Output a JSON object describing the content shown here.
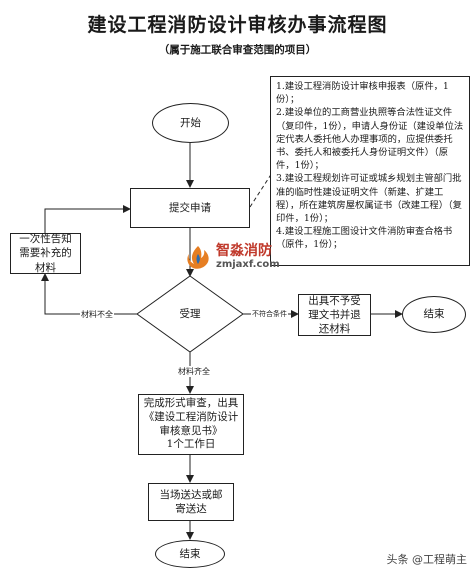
{
  "title": "建设工程消防设计审核办事流程图",
  "subtitle": "（属于施工联合审查范围的项目）",
  "nodes": {
    "start": "开始",
    "apply": "提交申请",
    "notify": "一次性告知需要补充的材料",
    "accept": "受理",
    "no_accept": "出具不予受理文书并退还材料",
    "end_right": "结束",
    "review_line1": "完成形式审查，出具",
    "review_line2": "《建设工程消防设计",
    "review_line3": "审核意见书》",
    "review_line4": "1个工作日",
    "deliver": "当场送达或邮寄送达",
    "end_bottom": "结束"
  },
  "edge_labels": {
    "incomplete": "材料不全",
    "not_meet": "不符合条件",
    "complete": "材料齐全"
  },
  "documents": [
    "1.建设工程消防设计审核申报表（原件，1份）；",
    "2.建设单位的工商营业执照等合法性证文件（复印件，1份），申请人身份证（建设单位法定代表人委托他人办理事项的，应提供委托书、委托人和被委托人身份证明文件）（原件，1份）；",
    "3.建设工程规划许可证或城乡规划主管部门批准的临时性建设证明文件（新建、扩建工程），所在建筑房屋权属证书（改建工程）（复印件，1份）；",
    "4.建设工程施工图设计文件消防审查合格书（原件，1份）；"
  ],
  "watermark": {
    "name": "智淼消防",
    "url": "zmjaxf.com"
  },
  "credit": "头条 @工程萌主",
  "colors": {
    "line": "#222222",
    "watermark_red": "#c0392b",
    "watermark_blue": "#2b6cb0",
    "watermark_orange": "#e67e22"
  }
}
